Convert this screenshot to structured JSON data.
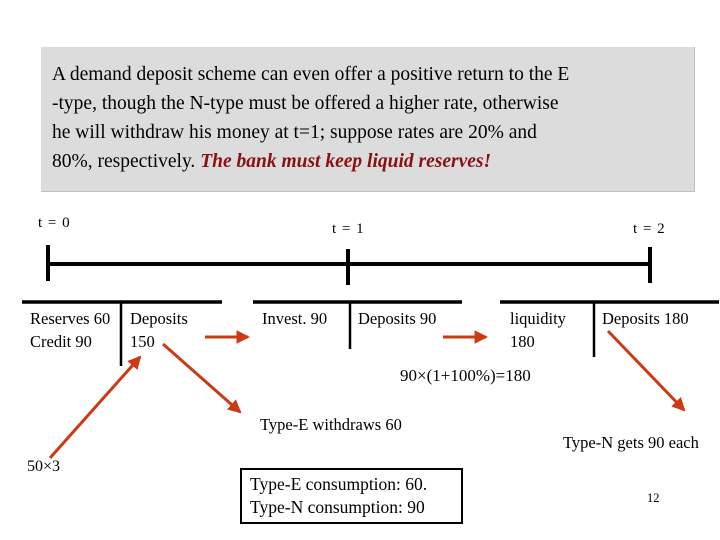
{
  "intro": {
    "lines": [
      "A demand deposit scheme can even offer a positive return to the E",
      "-type, though the N-type must be offered a higher rate, otherwise",
      "he will withdraw his money at t=1; suppose rates are 20% and",
      "80%, respectively. "
    ],
    "highlight": "The bank must keep liquid reserves!"
  },
  "timeline": {
    "t0": "t = 0",
    "t1": "t = 1",
    "t2": "t = 2"
  },
  "accounts": [
    {
      "left": [
        "Reserves 60",
        "Credit 90"
      ],
      "right": [
        "Deposits",
        "150"
      ]
    },
    {
      "left": [
        "Invest. 90"
      ],
      "right": [
        "Deposits 90"
      ]
    },
    {
      "left": [
        "liquidity",
        "180"
      ],
      "right": [
        "Deposits 180"
      ]
    }
  ],
  "annotations": {
    "growth_formula": "90×(1+100%)=180",
    "type_e_withdraws": "Type-E withdraws 60",
    "type_n_gets": "Type-N gets 90 each",
    "fifty_times_three": "50×3",
    "consumption_line1": "Type-E consumption: 60.",
    "consumption_line2": "Type-N consumption: 90",
    "page_number": "12"
  },
  "colors": {
    "box_gray": "#dcdcdc",
    "highlight_red": "#8b1111",
    "arrow_red": "#cc3a14",
    "line_black": "#000000"
  }
}
